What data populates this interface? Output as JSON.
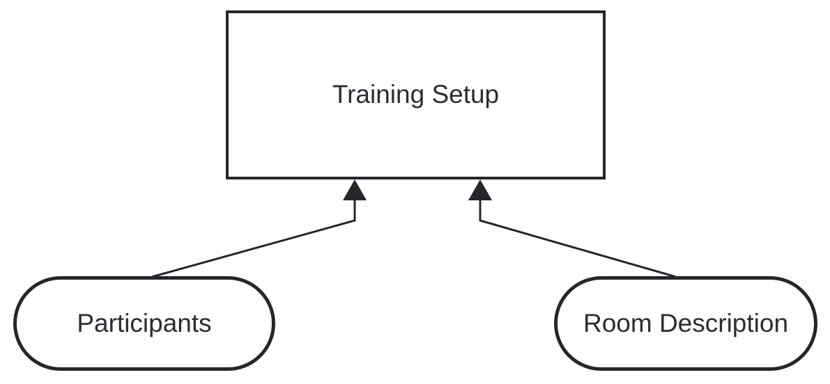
{
  "diagram": {
    "type": "flowchart",
    "direction": "bottom-to-top",
    "colors": {
      "background": "#ffffff",
      "node_fill": "#ffffff",
      "stroke": "#24262b",
      "text": "#2b2d33"
    },
    "nodes": {
      "training_setup": {
        "label": "Training Setup",
        "shape": "rectangle"
      },
      "participants": {
        "label": "Participants",
        "shape": "stadium"
      },
      "room_description": {
        "label": "Room Description",
        "shape": "stadium"
      }
    },
    "edges": [
      {
        "from": "Participants",
        "to": "Training Setup",
        "line": "solid",
        "arrow": "filled-triangle"
      },
      {
        "from": "Room Description",
        "to": "Training Setup",
        "line": "solid",
        "arrow": "filled-triangle"
      }
    ]
  }
}
